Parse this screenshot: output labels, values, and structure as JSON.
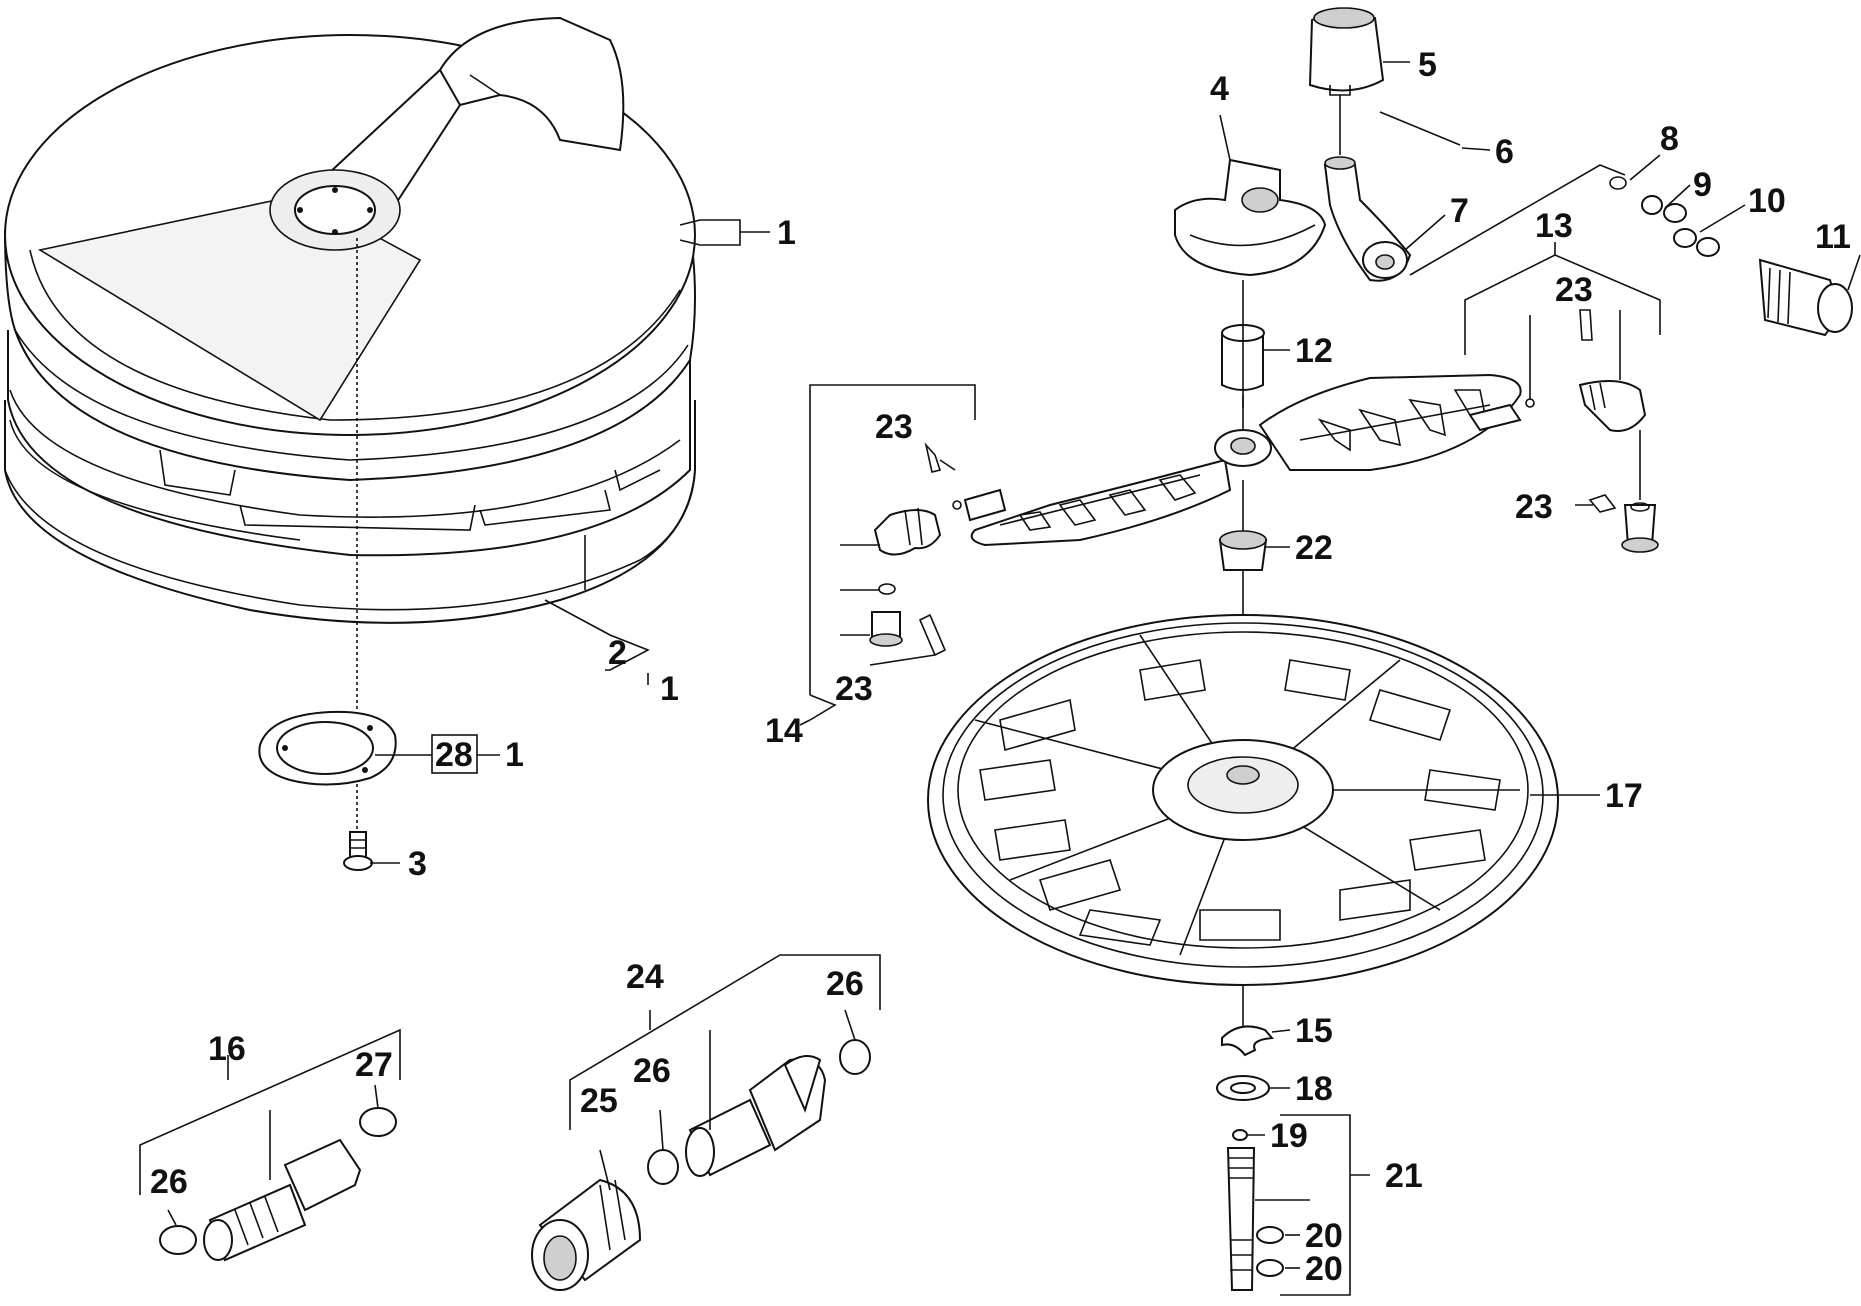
{
  "labels": {
    "l1a": "1",
    "l1b": "1",
    "l1c": "1",
    "l2": "2",
    "l3": "3",
    "l4": "4",
    "l5": "5",
    "l6": "6",
    "l7": "7",
    "l8": "8",
    "l9": "9",
    "l10": "10",
    "l11": "11",
    "l12": "12",
    "l13": "13",
    "l14": "14",
    "l15": "15",
    "l16": "16",
    "l17": "17",
    "l18": "18",
    "l19": "19",
    "l20a": "20",
    "l20b": "20",
    "l21": "21",
    "l22": "22",
    "l23a": "23",
    "l23b": "23",
    "l23c": "23",
    "l23d": "23",
    "l24": "24",
    "l25": "25",
    "l26a": "26",
    "l26b": "26",
    "l26c": "26",
    "l27": "27",
    "l28": "28"
  }
}
